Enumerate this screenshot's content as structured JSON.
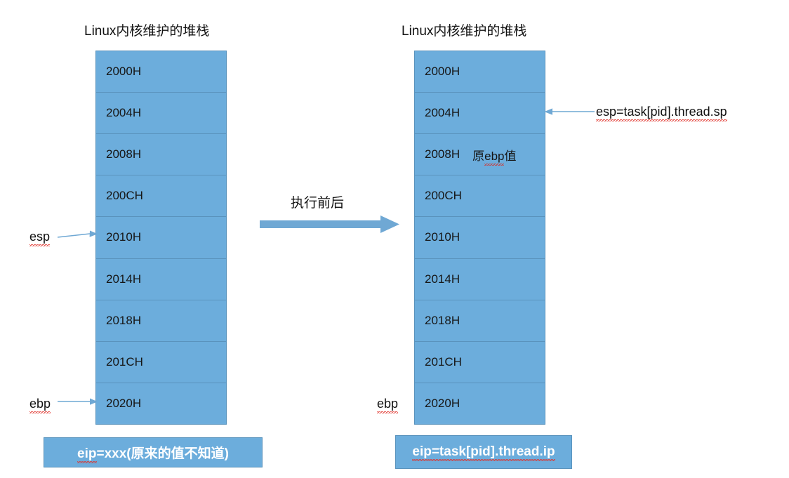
{
  "diagram": {
    "title_left": "Linux内核维护的堆栈",
    "title_right": "Linux内核维护的堆栈",
    "transition_label": "执行前后"
  },
  "stack_left": {
    "cells": [
      {
        "address": "2000H",
        "note": ""
      },
      {
        "address": "2004H",
        "note": ""
      },
      {
        "address": "2008H",
        "note": ""
      },
      {
        "address": "200CH",
        "note": ""
      },
      {
        "address": "2010H",
        "note": ""
      },
      {
        "address": "2014H",
        "note": ""
      },
      {
        "address": "2018H",
        "note": ""
      },
      {
        "address": "201CH",
        "note": ""
      },
      {
        "address": "2020H",
        "note": ""
      }
    ],
    "pointers": {
      "esp": "esp",
      "ebp": "ebp"
    },
    "eip_box": {
      "prefix": "eip",
      "suffix": "=xxx(原来的值不知道)"
    }
  },
  "stack_right": {
    "cells": [
      {
        "address": "2000H",
        "note": ""
      },
      {
        "address": "2004H",
        "note": ""
      },
      {
        "address": "2008H",
        "note": "原ebp值",
        "note_spell": "ebp",
        "note_pre": "原",
        "note_post": "值"
      },
      {
        "address": "200CH",
        "note": ""
      },
      {
        "address": "2010H",
        "note": ""
      },
      {
        "address": "2014H",
        "note": ""
      },
      {
        "address": "2018H",
        "note": ""
      },
      {
        "address": "201CH",
        "note": ""
      },
      {
        "address": "2020H",
        "note": ""
      }
    ],
    "pointers": {
      "ebp": "ebp"
    },
    "annotation_esp": "esp=task[pid].thread.sp",
    "eip_box": {
      "text": "eip=task[pid].thread.ip"
    }
  },
  "colors": {
    "cell_fill": "#6CADDC",
    "cell_border": "#5892BC",
    "arrow_blue": "#6FA8D4",
    "spellcheck_red": "#E0322A",
    "text": "#111111"
  }
}
